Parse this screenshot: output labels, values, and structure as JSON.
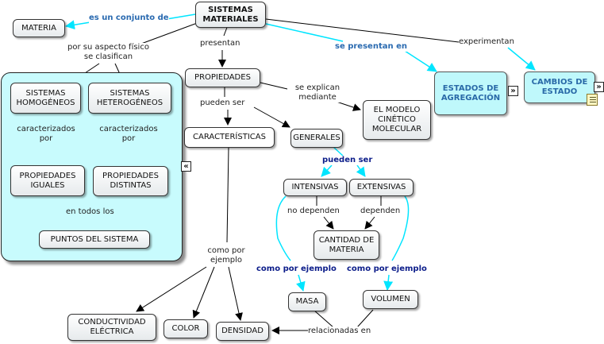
{
  "nodes": {
    "sistemas_materiales": "SISTEMAS MATERIALES",
    "materia": "MATERIA",
    "propiedades": "PROPIEDADES",
    "sistemas_homogeneos": "SISTEMAS HOMOGÉNEOS",
    "sistemas_heterogeneos": "SISTEMAS HETEROGÉNEOS",
    "propiedades_iguales": "PROPIEDADES IGUALES",
    "propiedades_distintas": "PROPIEDADES DISTINTAS",
    "puntos_del_sistema": "PUNTOS DEL SISTEMA",
    "caracteristicas": "CARACTERÍSTICAS",
    "generales": "GENERALES",
    "modelo_cinetico": "EL MODELO CINÉTICO MOLECULAR",
    "estados_agregacion": "ESTADOS DE AGREGACIÓN",
    "cambios_estado": "CAMBIOS DE ESTADO",
    "intensivas": "INTENSIVAS",
    "extensivas": "EXTENSIVAS",
    "cantidad_materia": "CANTIDAD DE MATERIA",
    "masa": "MASA",
    "volumen": "VOLUMEN",
    "conductividad": "CONDUCTIVIDAD ELÉCTRICA",
    "color": "COLOR",
    "densidad": "DENSIDAD"
  },
  "links": {
    "es_un_conjunto_de": "es un conjunto de",
    "presentan": "presentan",
    "se_presentan_en": "se presentan en",
    "experimentan": "experimentan",
    "por_su_aspecto": "por su aspecto físico se clasifican",
    "se_explican_mediante": "se explican mediante",
    "pueden_ser_1": "pueden ser",
    "caracterizados_por_1": "caracterizados por",
    "caracterizados_por_2": "caracterizados por",
    "en_todos_los": "en todos los",
    "pueden_ser_2": "pueden ser",
    "no_dependen": "no dependen",
    "dependen": "dependen",
    "como_por_ejemplo_1": "como por ejemplo",
    "como_por_ejemplo_2": "como por ejemplo",
    "como_por_ejemplo_3": "como por ejemplo",
    "relacionadas_en": "relacionadas en"
  },
  "icons": {
    "expand": "»",
    "collapse": "«"
  },
  "colors": {
    "cyan_link": "#00e5ff",
    "group_fill": "#c8fbfd",
    "blue_label": "#2a6ab0",
    "navy_label": "#0c1d8a"
  }
}
